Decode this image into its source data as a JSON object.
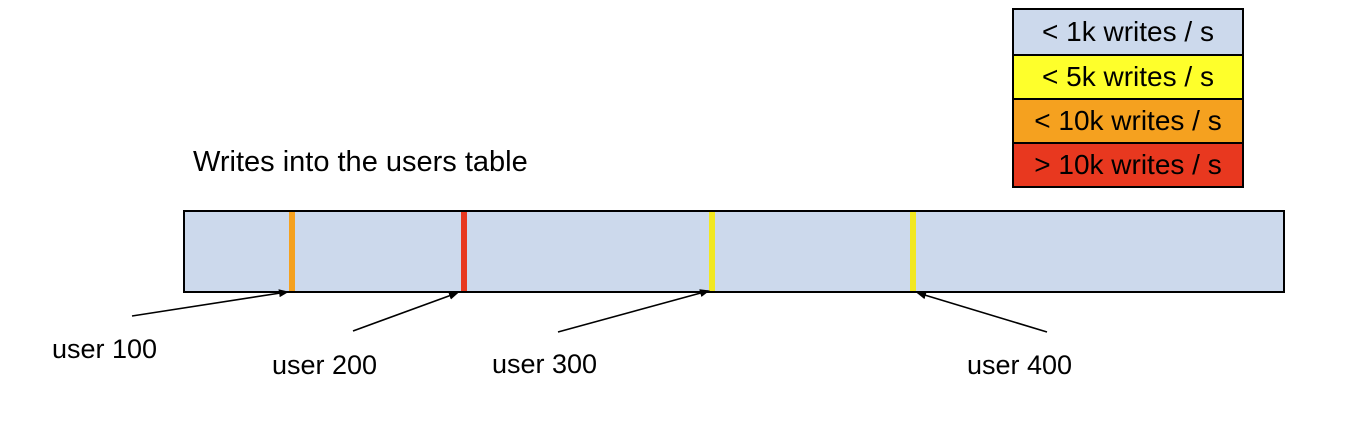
{
  "title": "Writes into the users table",
  "legend": {
    "items": [
      {
        "label": "< 1k writes / s",
        "color": "#ccd9ec"
      },
      {
        "label": "< 5k writes / s",
        "color": "#feff2b"
      },
      {
        "label": "< 10k writes / s",
        "color": "#f5a11f"
      },
      {
        "label": "> 10k writes / s",
        "color": "#e8381f"
      }
    ]
  },
  "bar": {
    "fill": "#ccd9ec",
    "ticks": [
      {
        "user": "user 100",
        "color": "#f5a11f",
        "x": "9.7%"
      },
      {
        "user": "user 200",
        "color": "#e8381f",
        "x": "25.4%"
      },
      {
        "user": "user 300",
        "color": "#f2e821",
        "x": "48.0%"
      },
      {
        "user": "user 400",
        "color": "#f2e821",
        "x": "66.3%"
      }
    ]
  },
  "labels": {
    "user100": "user 100",
    "user200": "user 200",
    "user300": "user 300",
    "user400": "user 400"
  }
}
